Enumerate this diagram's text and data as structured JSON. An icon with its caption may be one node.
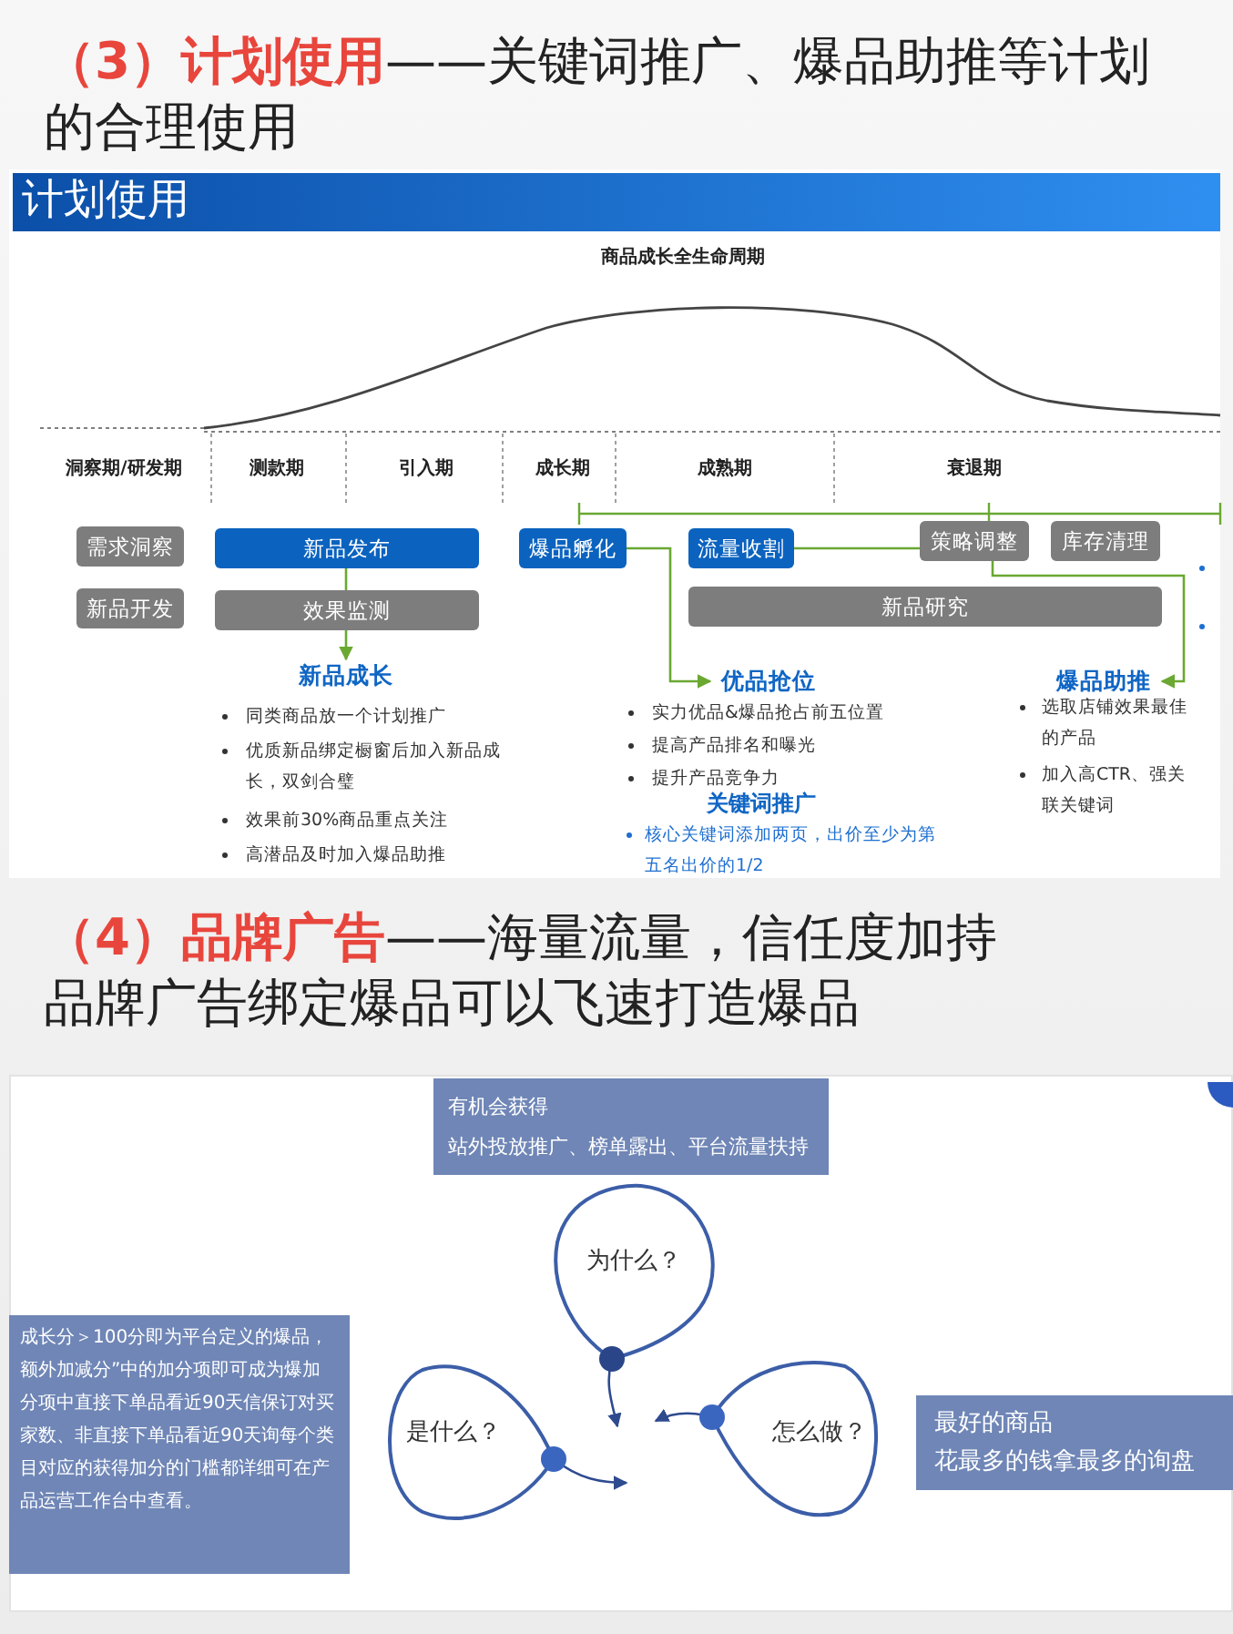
{
  "diagram": {
    "nodes": [
      {
        "text": [
          "需求洞察"
        ]
      },
      {
        "text": [
          "新品开发"
        ]
      },
      {
        "text": [
          "新品发布"
        ]
      },
      {
        "text": [
          "效果监测"
        ]
      },
      {
        "text": [
          "新品成长"
        ]
      },
      {
        "text": [
          "爆品孵化"
        ]
      },
      {
        "text": [
          "流量收割"
        ]
      },
      {
        "text": [
          "策略调整"
        ]
      },
      {
        "text": [
          "库存清理"
        ]
      },
      {
        "text": [
          "新品研究"
        ]
      },
      {
        "text": [
          "优品抢位"
        ]
      },
      {
        "text": [
          "爆品助推"
        ]
      },
      {
        "text": [
          "有机会获得",
          "站外投放推广、榜单露出、平台流量扶持"
        ]
      },
      {
        "text": [
          "为什么？"
        ]
      },
      {
        "text": [
          "是什么？"
        ]
      },
      {
        "text": [
          "怎么做？"
        ]
      },
      {
        "text": [
          "成长分＞100分即为平台定义的爆品，额外加减分”中的加分项即可成为爆加分项中直接下单品看近90天信保订对买家数、非直接下单品看近90天询每个类目对应的获得加分的门槛都详细可在产品运营工作台中查看。"
        ]
      },
      {
        "text": [
          "最好的商品",
          "花最多的钱拿最多的询盘"
        ]
      }
    ],
    "edges": [
      {
        "from": 2,
        "to": 3,
        "arrow": "none"
      },
      {
        "from": 3,
        "to": 4,
        "arrow": "to"
      },
      {
        "from": 5,
        "to": 10,
        "arrow": "to"
      },
      {
        "from": 6,
        "to": 7,
        "arrow": "none"
      },
      {
        "from": 7,
        "to": 11,
        "arrow": "to"
      },
      {
        "from": 13,
        "to": null,
        "arrow": "to",
        "color": "#2e4a8f"
      },
      {
        "from": 14,
        "to": null,
        "arrow": "to",
        "color": "#2e4a8f"
      },
      {
        "from": 15,
        "to": null,
        "arrow": "to",
        "color": "#2e4a8f"
      }
    ],
    "labels": [
      "（3）计划使用",
      "——关键词推广、爆品助推等计划的合理使用",
      "计划使用",
      "商品成长全生命周期",
      "洞察期/研发期",
      "测款期",
      "引入期",
      "成长期",
      "成熟期",
      "衰退期",
      "同类商品放一个计划推广",
      "优质新品绑定橱窗后加入新品成长，双剑合璧",
      "效果前30%商品重点关注",
      "高潜品及时加入爆品助推",
      "实力优品&爆品抢占前五位置",
      "提高产品排名和曝光",
      "提升产品竞争力",
      "关键词推广",
      "核心关键词添加两页，出价至少为第五名出价的1/2",
      "选取店铺效果最佳的产品",
      "加入高CTR、强关联关键词",
      "（4）品牌广告",
      "——海量流量，信任度加持",
      "品牌广告绑定爆品可以飞速打造爆品"
    ]
  }
}
